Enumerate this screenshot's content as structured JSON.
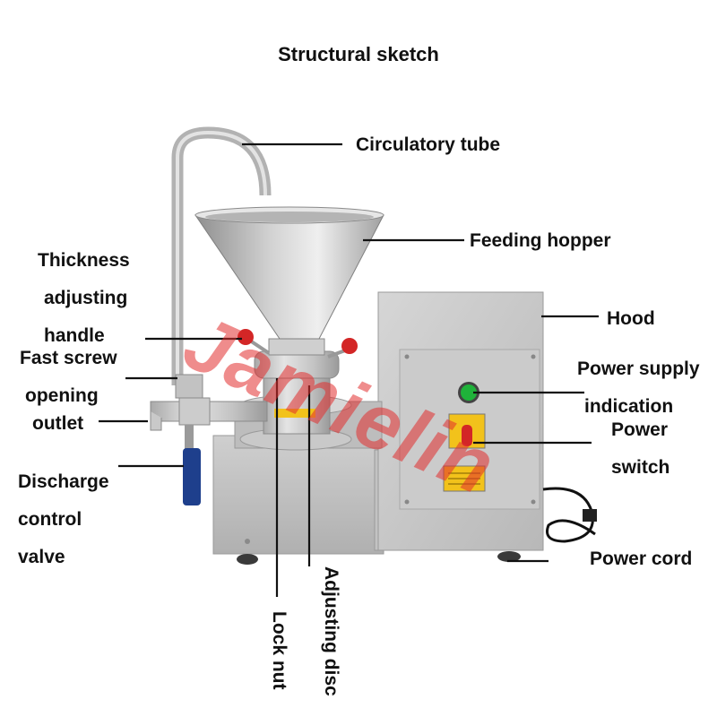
{
  "title": "Structural sketch",
  "watermark": "Jamielin",
  "colors": {
    "steel_light": "#d9d9d9",
    "steel_mid": "#b5b5b5",
    "steel_dark": "#8a8a8a",
    "knob_red": "#d32626",
    "indicator_green": "#1fb33a",
    "valve_blue": "#1e3f8c",
    "warning_yellow": "#f2c21b",
    "leader_line": "#111111",
    "watermark": "#e12d2d"
  },
  "labels": {
    "circulatory_tube": "Circulatory tube",
    "feeding_hopper": "Feeding hopper",
    "hood": "Hood",
    "power_supply_1": "Power supply",
    "power_supply_2": "indication",
    "power_switch_1": "Power",
    "power_switch_2": "switch",
    "power_cord": "Power cord",
    "thickness_1": "Thickness",
    "thickness_2": "adjusting",
    "thickness_3": "handle",
    "fast_screw_1": "Fast screw",
    "fast_screw_2": "opening",
    "fast_screw_3": "outlet",
    "discharge_1": "Discharge",
    "discharge_2": "control",
    "discharge_3": "valve",
    "lock_nut": "Lock nut",
    "adjusting_disc": "Adjusting disc"
  }
}
